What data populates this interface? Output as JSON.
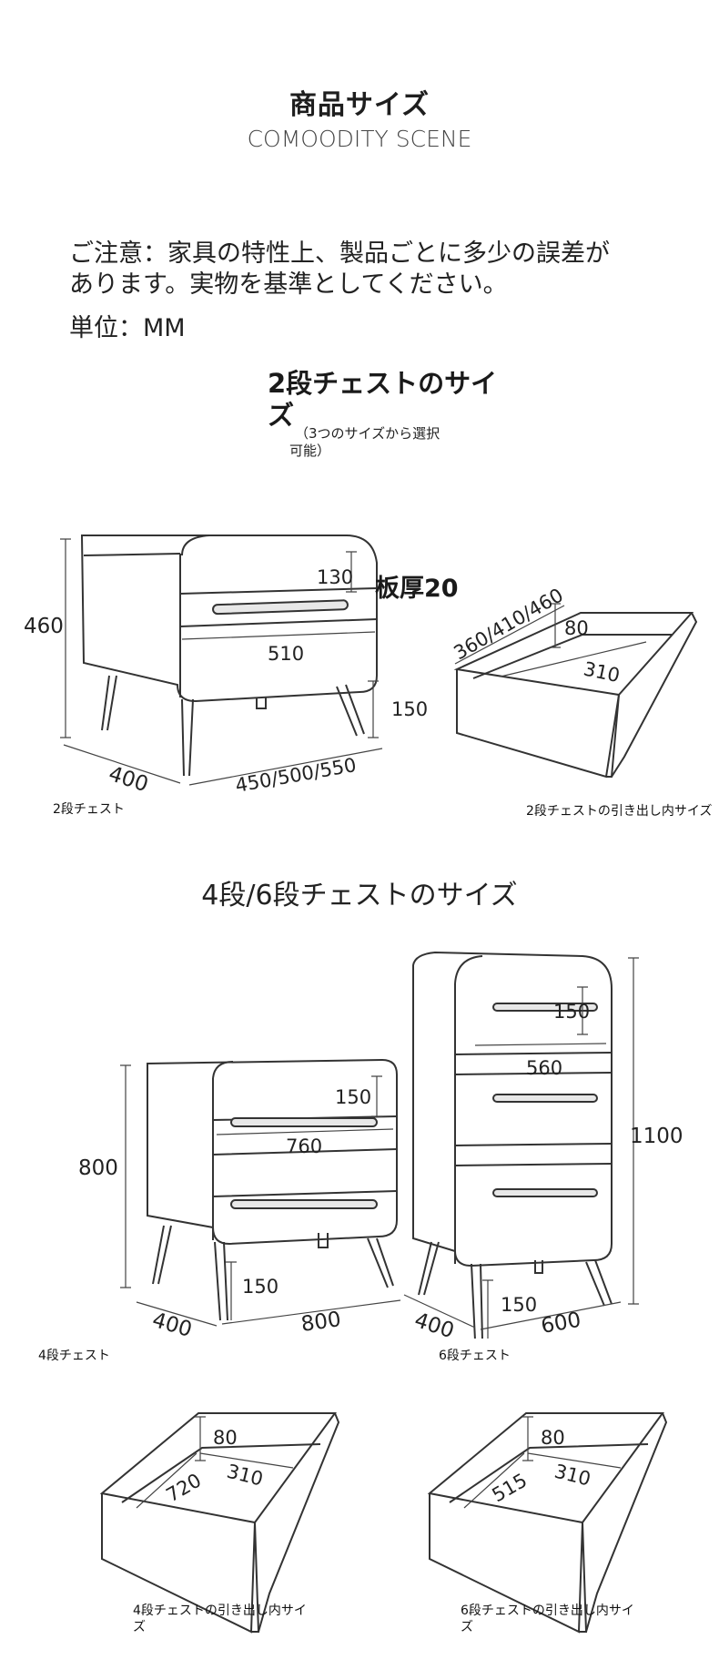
{
  "header": {
    "title": "商品サイズ",
    "subtitle": "COMOODITY SCENE"
  },
  "note": {
    "text": "ご注意：家具の特性上、製品ごとに多少の誤差があります。実物を基準としてください。"
  },
  "unit": {
    "text": "単位：MM"
  },
  "section1": {
    "title": "2段チェストのサイズ",
    "subtitle": "（3つのサイズから選択可能）",
    "chest": {
      "caption": "2段チェスト",
      "height": "460",
      "drawer_height": "130",
      "drawer_width": "510",
      "leg": "150",
      "depth": "400",
      "width": "450/500/550",
      "thickness": "板厚20"
    },
    "drawer": {
      "caption": "2段チェストの引き出し内サイズ",
      "depth": "360/410/460",
      "height": "80",
      "width": "310"
    }
  },
  "section2": {
    "title": "4段/6段チェストのサイズ",
    "chest4": {
      "caption": "4段チェスト",
      "height": "800",
      "drawer_height": "150",
      "drawer_width": "760",
      "leg": "150",
      "depth": "400",
      "width": "800"
    },
    "chest6": {
      "caption": "6段チェスト",
      "height": "1100",
      "drawer_height": "150",
      "drawer_width": "560",
      "leg": "150",
      "depth": "400",
      "width": "600"
    },
    "drawer4": {
      "caption": "4段チェストの引き出し内サイズ",
      "height": "80",
      "depth": "720",
      "width": "310"
    },
    "drawer6": {
      "caption": "6段チェストの引き出し内サイズ",
      "height": "80",
      "depth": "515",
      "width": "310"
    }
  }
}
